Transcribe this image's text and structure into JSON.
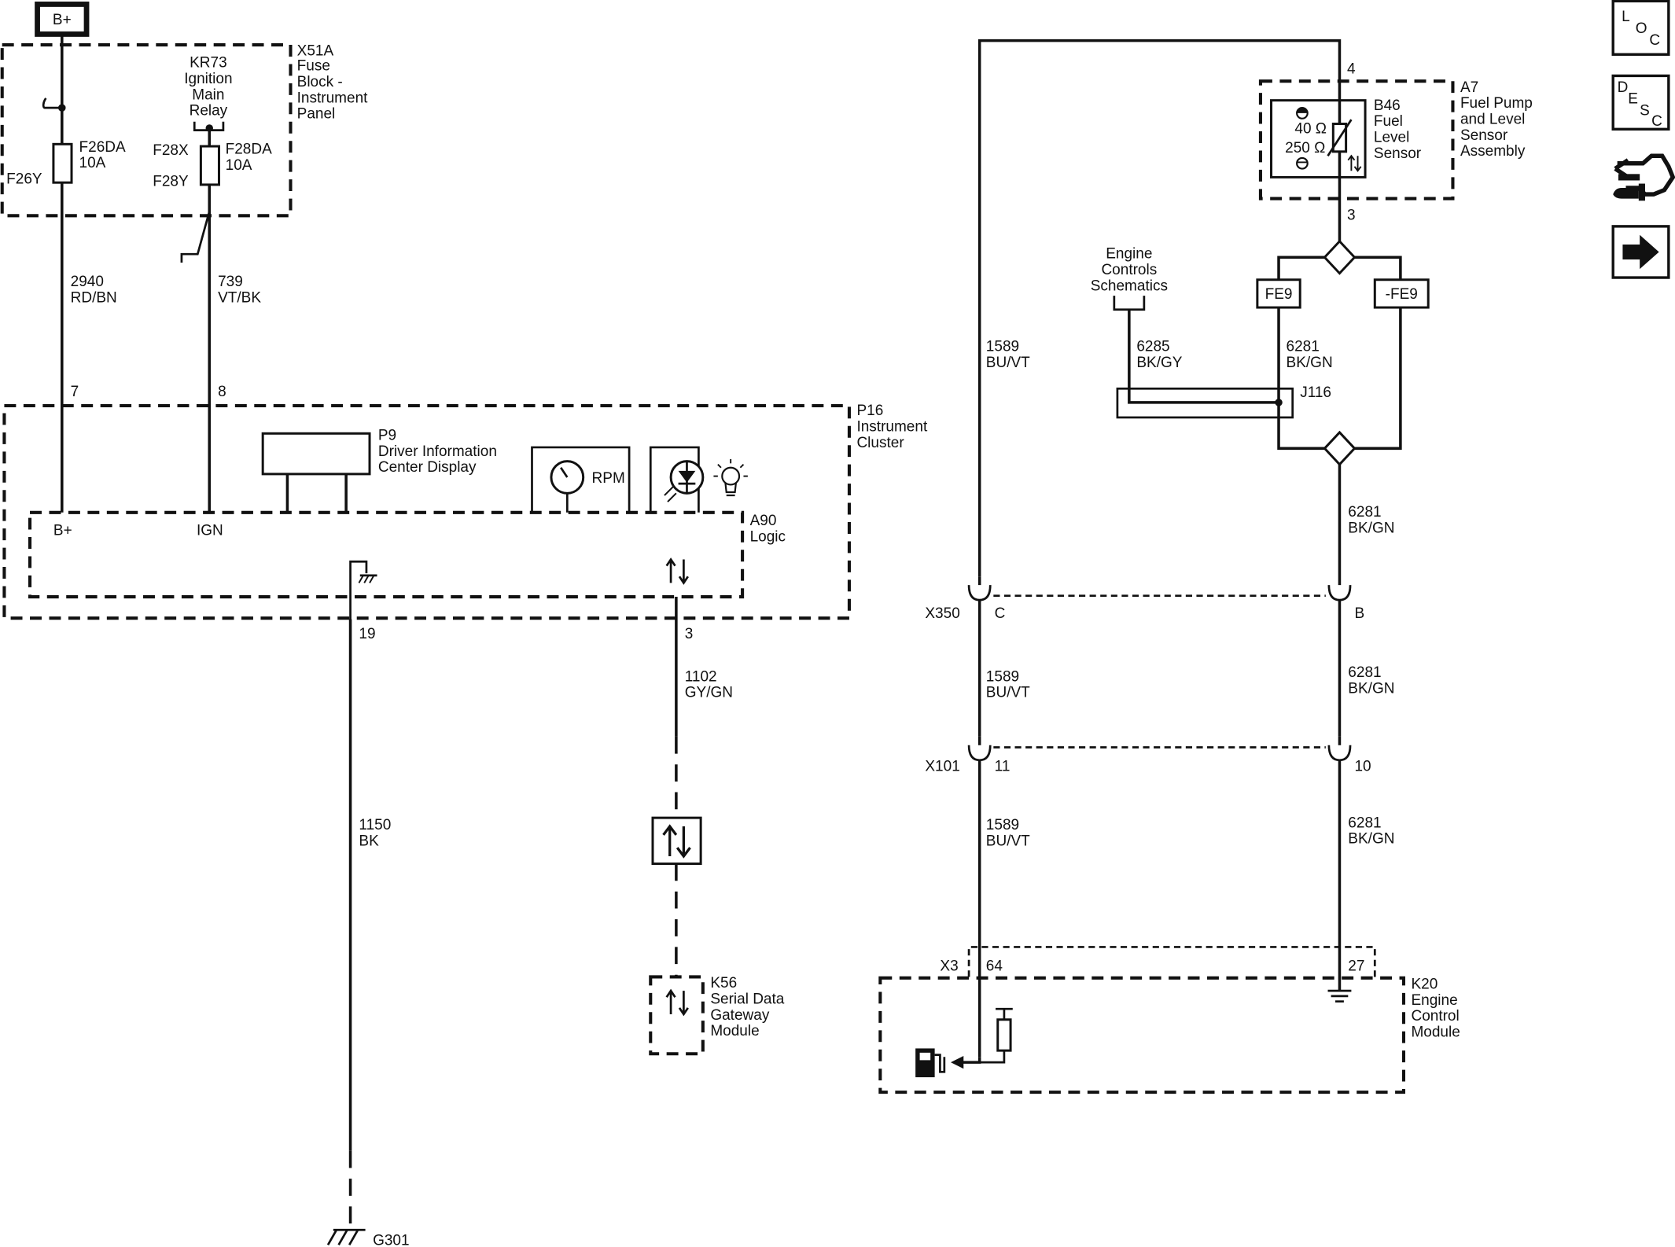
{
  "power": {
    "bplus_box": "B+"
  },
  "fuse_block": {
    "id": "X51A",
    "name": [
      "Fuse",
      "Block -",
      "Instrument",
      "Panel"
    ],
    "relay_id": "KR73",
    "relay_name": [
      "Ignition",
      "Main",
      "Relay"
    ],
    "fuse1": {
      "id": "F26DA",
      "rating": "10A",
      "pin_out": "F26Y"
    },
    "fuse2": {
      "id": "F28DA",
      "rating": "10A",
      "pin_in": "F28X",
      "pin_out": "F28Y"
    }
  },
  "wires": {
    "w2940": {
      "num": "2940",
      "color": "RD/BN"
    },
    "w739": {
      "num": "739",
      "color": "VT/BK"
    },
    "w1150": {
      "num": "1150",
      "color": "BK"
    },
    "w1102": {
      "num": "1102",
      "color": "GY/GN"
    },
    "w1589": {
      "num": "1589",
      "color": "BU/VT"
    },
    "w6281": {
      "num": "6281",
      "color": "BK/GN"
    },
    "w6285": {
      "num": "6285",
      "color": "BK/GY"
    }
  },
  "cluster": {
    "id": "P16",
    "name": [
      "Instrument",
      "Cluster"
    ],
    "pins": {
      "bplus": "7",
      "ign": "8",
      "ground": "19",
      "data": "3"
    },
    "display_id": "P9",
    "display_name": [
      "Driver Information",
      "Center Display"
    ],
    "gauge_label": "RPM",
    "logic_id": "A90",
    "logic_name": "Logic",
    "bplus_label": "B+",
    "ign_label": "IGN"
  },
  "ground": {
    "id": "G301"
  },
  "gateway": {
    "id": "K56",
    "name": [
      "Serial Data",
      "Gateway",
      "Module"
    ]
  },
  "fuel_sensor": {
    "assembly_id": "A7",
    "assembly_name": [
      "Fuel Pump",
      "and Level",
      "Sensor",
      "Assembly"
    ],
    "sensor_id": "B46",
    "sensor_name": [
      "Fuel",
      "Level",
      "Sensor"
    ],
    "r_full": "40 Ω",
    "r_empty": "250 Ω",
    "pin_top": "4",
    "pin_bottom": "3"
  },
  "engine_controls": {
    "ref": [
      "Engine",
      "Controls",
      "Schematics"
    ]
  },
  "options": {
    "fe9": "FE9",
    "not_fe9": "-FE9"
  },
  "splice": {
    "id": "J116"
  },
  "connectors": {
    "x350": {
      "id": "X350",
      "pin_left": "C",
      "pin_right": "B"
    },
    "x101": {
      "id": "X101",
      "pin_left": "11",
      "pin_right": "10"
    },
    "x3": {
      "id": "X3",
      "pin_left": "64",
      "pin_right": "27"
    }
  },
  "ecm": {
    "id": "K20",
    "name": [
      "Engine",
      "Control",
      "Module"
    ]
  },
  "nav": {
    "loc": [
      "L",
      "O",
      "C"
    ],
    "desc": [
      "D",
      "E",
      "S",
      "C"
    ]
  }
}
